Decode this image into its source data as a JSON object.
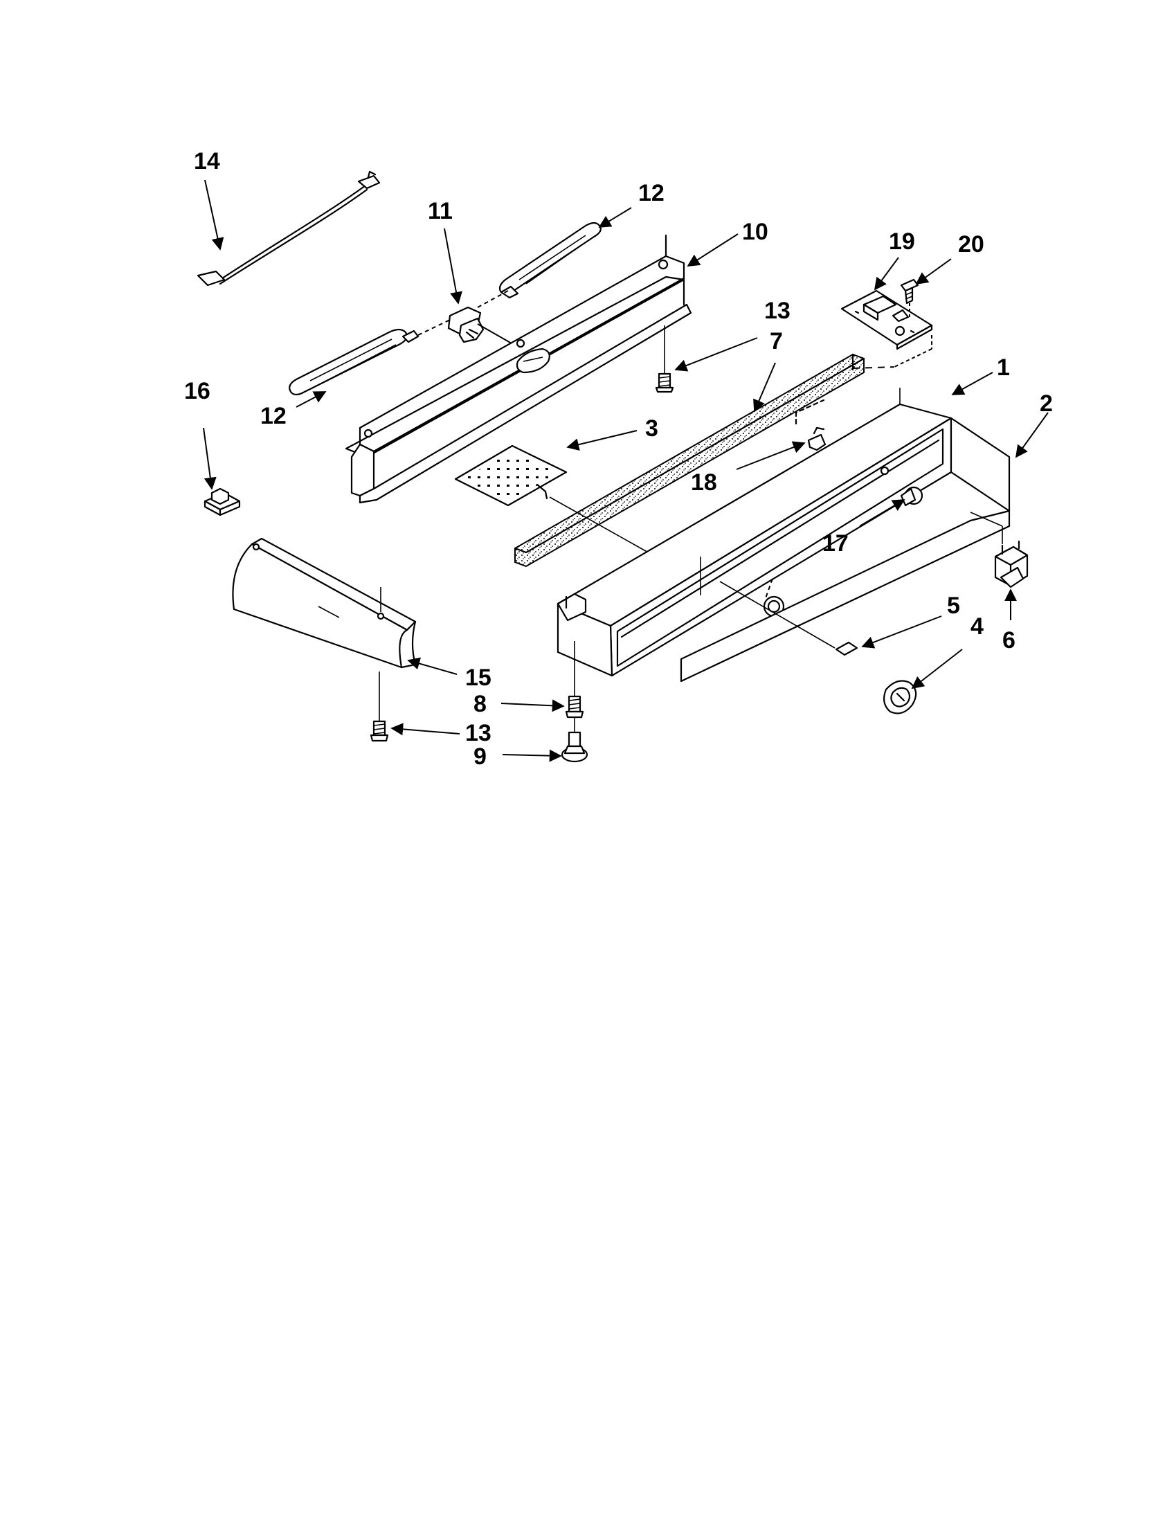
{
  "callouts": [
    {
      "id": "p14",
      "label": "14"
    },
    {
      "id": "p11",
      "label": "11"
    },
    {
      "id": "p12a",
      "label": "12"
    },
    {
      "id": "p10",
      "label": "10"
    },
    {
      "id": "p19",
      "label": "19"
    },
    {
      "id": "p20",
      "label": "20"
    },
    {
      "id": "p13a",
      "label": "13"
    },
    {
      "id": "p7",
      "label": "7"
    },
    {
      "id": "p1",
      "label": "1"
    },
    {
      "id": "p2",
      "label": "2"
    },
    {
      "id": "p16",
      "label": "16"
    },
    {
      "id": "p12b",
      "label": "12"
    },
    {
      "id": "p3",
      "label": "3"
    },
    {
      "id": "p18",
      "label": "18"
    },
    {
      "id": "p17",
      "label": "17"
    },
    {
      "id": "p5",
      "label": "5"
    },
    {
      "id": "p4",
      "label": "4"
    },
    {
      "id": "p6",
      "label": "6"
    },
    {
      "id": "p15",
      "label": "15"
    },
    {
      "id": "p8",
      "label": "8"
    },
    {
      "id": "p13b",
      "label": "13"
    },
    {
      "id": "p9",
      "label": "9"
    }
  ]
}
